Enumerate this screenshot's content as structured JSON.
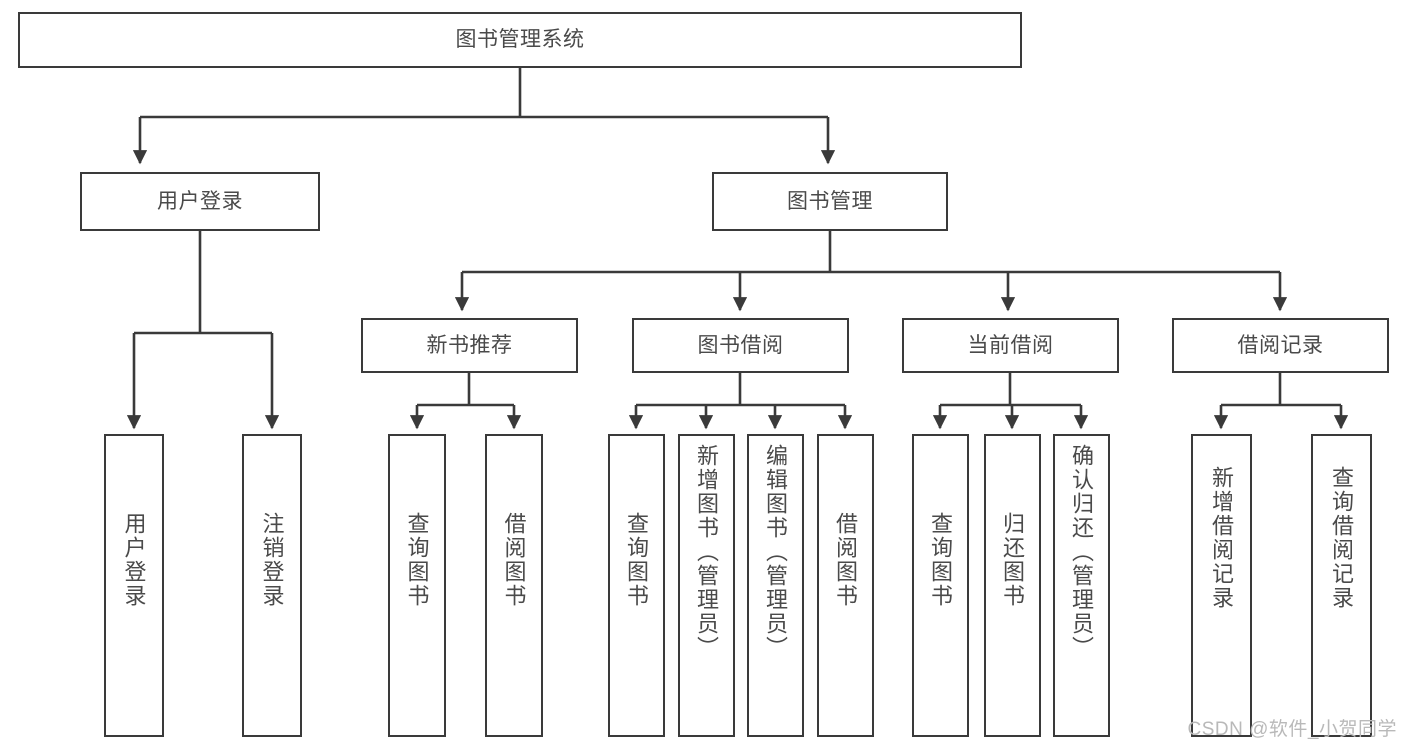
{
  "diagram": {
    "title": "图书管理系统",
    "type": "tree-hierarchy-chart",
    "nodes": {
      "root": {
        "label": "图书管理系统"
      },
      "level2": [
        {
          "id": "user-login",
          "label": "用户登录"
        },
        {
          "id": "book-manage",
          "label": "图书管理"
        }
      ],
      "level3": [
        {
          "id": "new-book-recommend",
          "label": "新书推荐"
        },
        {
          "id": "book-borrow",
          "label": "图书借阅"
        },
        {
          "id": "current-borrow",
          "label": "当前借阅"
        },
        {
          "id": "borrow-record",
          "label": "借阅记录"
        }
      ],
      "leaves": {
        "user-login": [
          {
            "id": "leaf-user-login",
            "label": "用户登录"
          },
          {
            "id": "leaf-logout",
            "label": "注销登录"
          }
        ],
        "new-book-recommend": [
          {
            "id": "leaf-query-book-1",
            "label": "查询图书"
          },
          {
            "id": "leaf-borrow-book-1",
            "label": "借阅图书"
          }
        ],
        "book-borrow": [
          {
            "id": "leaf-query-book-2",
            "label": "查询图书"
          },
          {
            "id": "leaf-add-book",
            "label": "新增图书（管理员）"
          },
          {
            "id": "leaf-edit-book",
            "label": "编辑图书（管理员）"
          },
          {
            "id": "leaf-borrow-book-2",
            "label": "借阅图书"
          }
        ],
        "current-borrow": [
          {
            "id": "leaf-query-book-3",
            "label": "查询图书"
          },
          {
            "id": "leaf-return-book",
            "label": "归还图书"
          },
          {
            "id": "leaf-confirm-return",
            "label": "确认归还（管理员）"
          }
        ],
        "borrow-record": [
          {
            "id": "leaf-add-record",
            "label": "新增借阅记录"
          },
          {
            "id": "leaf-query-record",
            "label": "查询借阅记录"
          }
        ]
      }
    },
    "colors": {
      "stroke": "#3a3a3a",
      "text": "#4a4a4a",
      "background": "#ffffff",
      "watermark": "#b9b9b9"
    }
  },
  "watermark": {
    "text": "CSDN @软件_小贺同学"
  }
}
